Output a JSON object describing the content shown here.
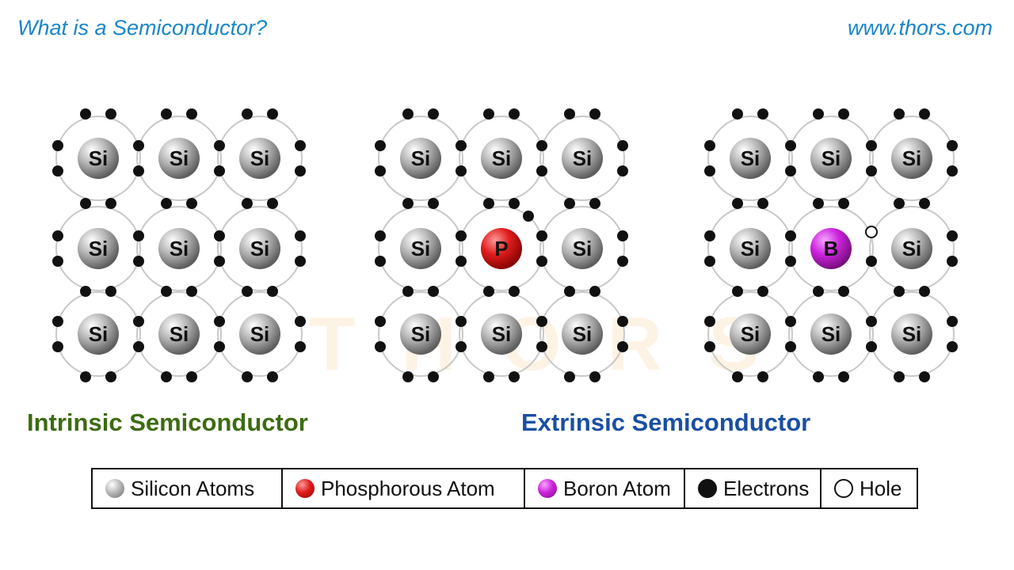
{
  "header": {
    "title": "What is a Semiconductor?",
    "url": "www.thors.com"
  },
  "watermark": "THORS",
  "labels": {
    "intrinsic": "Intrinsic Semiconductor",
    "extrinsic": "Extrinsic Semiconductor"
  },
  "legend": [
    {
      "label": "Silicon Atoms",
      "swatch": "silicon"
    },
    {
      "label": "Phosphorous Atom",
      "swatch": "phosphorus"
    },
    {
      "label": "Boron Atom",
      "swatch": "boron"
    },
    {
      "label": "Electrons",
      "swatch": "electron"
    },
    {
      "label": "Hole",
      "swatch": "hole"
    }
  ],
  "lattices": [
    {
      "name": "intrinsic-lattice",
      "grid": [
        [
          "Si",
          "Si",
          "Si"
        ],
        [
          "Si",
          "Si",
          "Si"
        ],
        [
          "Si",
          "Si",
          "Si"
        ]
      ],
      "dopant": null
    },
    {
      "name": "n-type-lattice",
      "grid": [
        [
          "Si",
          "Si",
          "Si"
        ],
        [
          "Si",
          "P",
          "Si"
        ],
        [
          "Si",
          "Si",
          "Si"
        ]
      ],
      "dopant": "extra-electron"
    },
    {
      "name": "p-type-lattice",
      "grid": [
        [
          "Si",
          "Si",
          "Si"
        ],
        [
          "Si",
          "B",
          "Si"
        ],
        [
          "Si",
          "Si",
          "Si"
        ]
      ],
      "dopant": "hole"
    }
  ],
  "colors": {
    "title_blue": "#1a86c8",
    "intrinsic_green": "#3d6b12",
    "extrinsic_blue": "#1a4fa3",
    "phosphorus_red": "#e01b1b",
    "boron_magenta": "#cc22dd",
    "silicon_gray": "#9a9a9a",
    "bond_gray": "#c8c8c8",
    "watermark_orange": "#f39a1a",
    "electron_black": "#111111"
  }
}
